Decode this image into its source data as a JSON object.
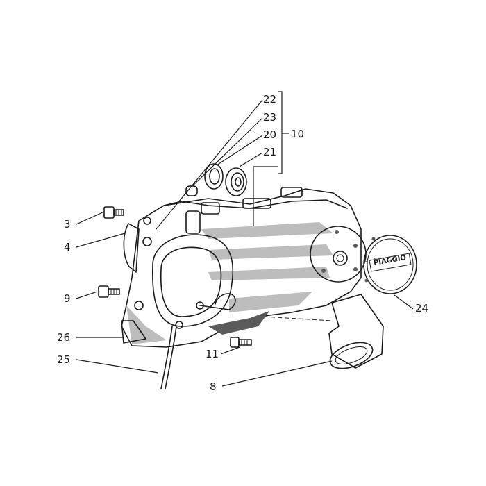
{
  "diagram": {
    "callouts": [
      {
        "id": "22",
        "label": "22"
      },
      {
        "id": "23",
        "label": "23"
      },
      {
        "id": "20",
        "label": "20"
      },
      {
        "id": "10",
        "label": "10"
      },
      {
        "id": "21",
        "label": "21"
      },
      {
        "id": "3",
        "label": "3"
      },
      {
        "id": "4",
        "label": "4"
      },
      {
        "id": "9",
        "label": "9"
      },
      {
        "id": "26",
        "label": "26"
      },
      {
        "id": "25",
        "label": "25"
      },
      {
        "id": "11",
        "label": "11"
      },
      {
        "id": "8",
        "label": "8"
      },
      {
        "id": "24",
        "label": "24"
      }
    ],
    "brand_on_cover": "PIAGGIO"
  }
}
